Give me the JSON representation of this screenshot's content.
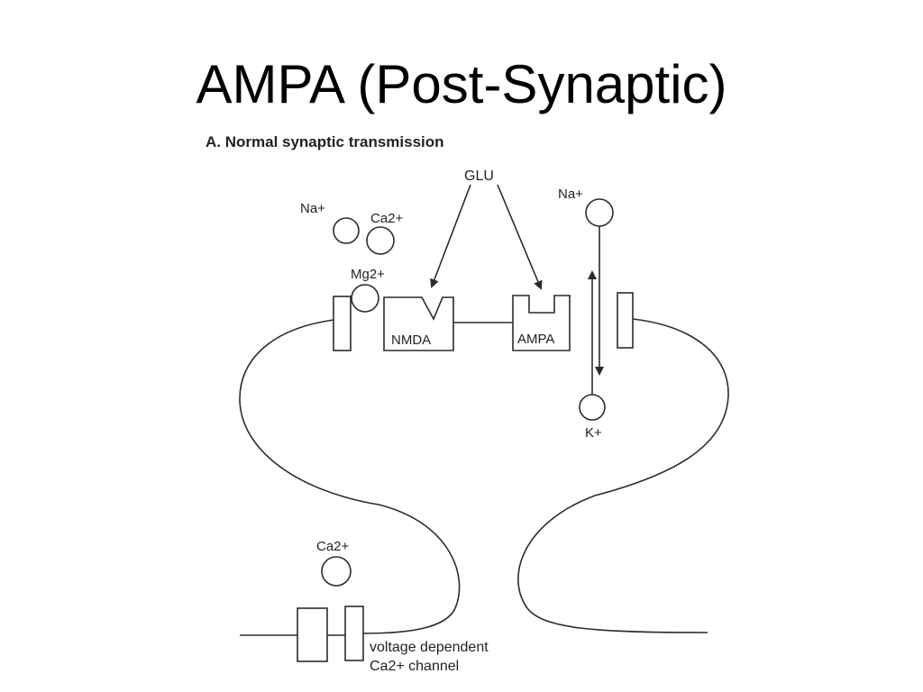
{
  "slide": {
    "title": "AMPA (Post-Synaptic)"
  },
  "diagram": {
    "panel_heading": "A. Normal synaptic transmission",
    "labels": {
      "glu": "GLU",
      "na_left": "Na+",
      "ca_top": "Ca2+",
      "mg": "Mg2+",
      "nmda": "NMDA",
      "ampa": "AMPA",
      "na_right": "Na+",
      "k": "K+",
      "ca_bottom": "Ca2+",
      "vd_channel_line1": "voltage dependent",
      "vd_channel_line2": "Ca2+ channel"
    }
  }
}
